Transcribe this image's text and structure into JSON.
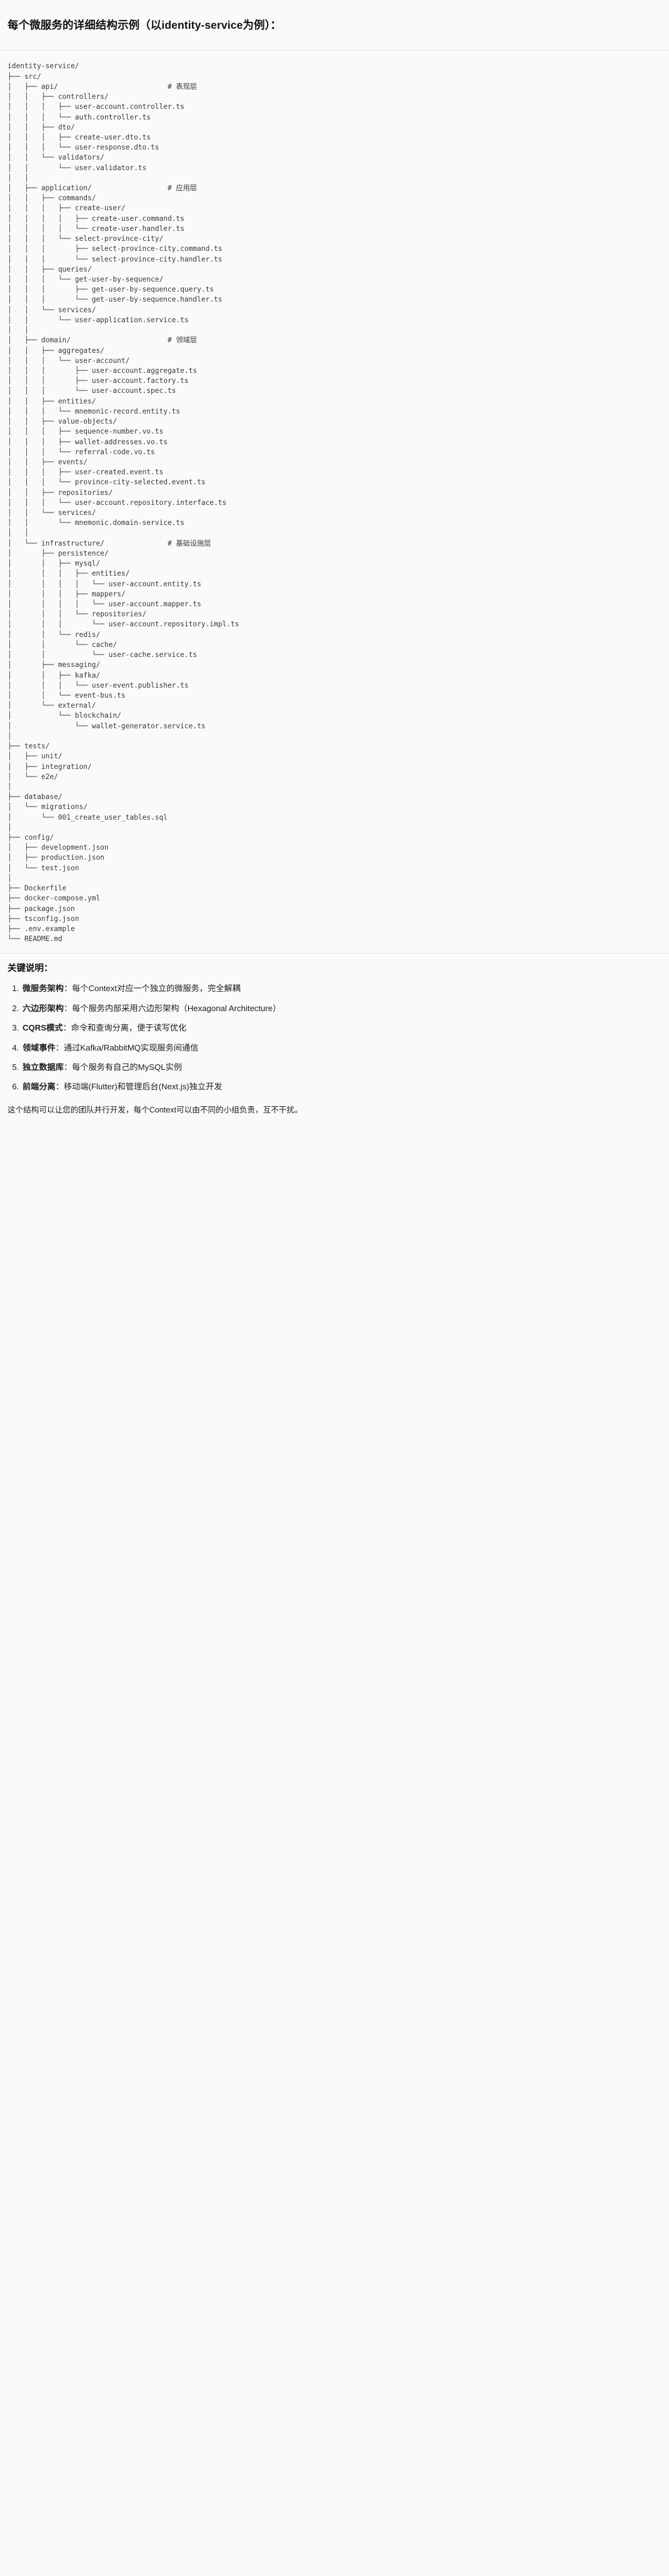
{
  "document": {
    "heading": "每个微服务的详细结构示例（以identity-service为例）：",
    "tree_text": "identity-service/\n├── src/\n│   ├── api/                          # 表现层\n│   │   ├── controllers/\n│   │   │   ├── user-account.controller.ts\n│   │   │   └── auth.controller.ts\n│   │   ├── dto/\n│   │   │   ├── create-user.dto.ts\n│   │   │   └── user-response.dto.ts\n│   │   └── validators/\n│   │       └── user.validator.ts\n│   │\n│   ├── application/                  # 应用层\n│   │   ├── commands/\n│   │   │   ├── create-user/\n│   │   │   │   ├── create-user.command.ts\n│   │   │   │   └── create-user.handler.ts\n│   │   │   └── select-province-city/\n│   │   │       ├── select-province-city.command.ts\n│   │   │       └── select-province-city.handler.ts\n│   │   ├── queries/\n│   │   │   └── get-user-by-sequence/\n│   │   │       ├── get-user-by-sequence.query.ts\n│   │   │       └── get-user-by-sequence.handler.ts\n│   │   └── services/\n│   │       └── user-application.service.ts\n│   │\n│   ├── domain/                       # 领域层\n│   │   ├── aggregates/\n│   │   │   └── user-account/\n│   │   │       ├── user-account.aggregate.ts\n│   │   │       ├── user-account.factory.ts\n│   │   │       └── user-account.spec.ts\n│   │   ├── entities/\n│   │   │   └── mnemonic-record.entity.ts\n│   │   ├── value-objects/\n│   │   │   ├── sequence-number.vo.ts\n│   │   │   ├── wallet-addresses.vo.ts\n│   │   │   └── referral-code.vo.ts\n│   │   ├── events/\n│   │   │   ├── user-created.event.ts\n│   │   │   └── province-city-selected.event.ts\n│   │   ├── repositories/\n│   │   │   └── user-account.repository.interface.ts\n│   │   └── services/\n│   │       └── mnemonic.domain-service.ts\n│   │\n│   └── infrastructure/               # 基础设施层\n│       ├── persistence/\n│       │   ├── mysql/\n│       │   │   ├── entities/\n│       │   │   │   └── user-account.entity.ts\n│       │   │   ├── mappers/\n│       │   │   │   └── user-account.mapper.ts\n│       │   │   └── repositories/\n│       │   │       └── user-account.repository.impl.ts\n│       │   └── redis/\n│       │       └── cache/\n│       │           └── user-cache.service.ts\n│       ├── messaging/\n│       │   ├── kafka/\n│       │   │   └── user-event.publisher.ts\n│       │   └── event-bus.ts\n│       └── external/\n│           └── blockchain/\n│               └── wallet-generator.service.ts\n│\n├── tests/\n│   ├── unit/\n│   ├── integration/\n│   └── e2e/\n│\n├── database/\n│   └── migrations/\n│       └── 001_create_user_tables.sql\n│\n├── config/\n│   ├── development.json\n│   ├── production.json\n│   └── test.json\n│\n├── Dockerfile\n├── docker-compose.yml\n├── package.json\n├── tsconfig.json\n├── .env.example\n└── README.md",
    "keypoints_title": "关键说明：",
    "keypoints": [
      {
        "label": "微服务架构",
        "sep": "：",
        "text": "每个Context对应一个独立的微服务，完全解耦"
      },
      {
        "label": "六边形架构",
        "sep": "：",
        "text": "每个服务内部采用六边形架构（Hexagonal Architecture）"
      },
      {
        "label": "CQRS模式",
        "sep": "：",
        "text": "命令和查询分离，便于读写优化"
      },
      {
        "label": "领域事件",
        "sep": "：",
        "text": "通过Kafka/RabbitMQ实现服务间通信"
      },
      {
        "label": "独立数据库",
        "sep": "：",
        "text": "每个服务有自己的MySQL实例"
      },
      {
        "label": "前端分离",
        "sep": "：",
        "text": "移动端(Flutter)和管理后台(Next.js)独立开发"
      }
    ],
    "closing": "这个结构可以让您的团队并行开发，每个Context可以由不同的小组负责，互不干扰。"
  },
  "colors": {
    "background": "#fbfaf8",
    "text": "#1a1a19",
    "code_text": "#35383d",
    "divider": "#e6e3dd"
  }
}
